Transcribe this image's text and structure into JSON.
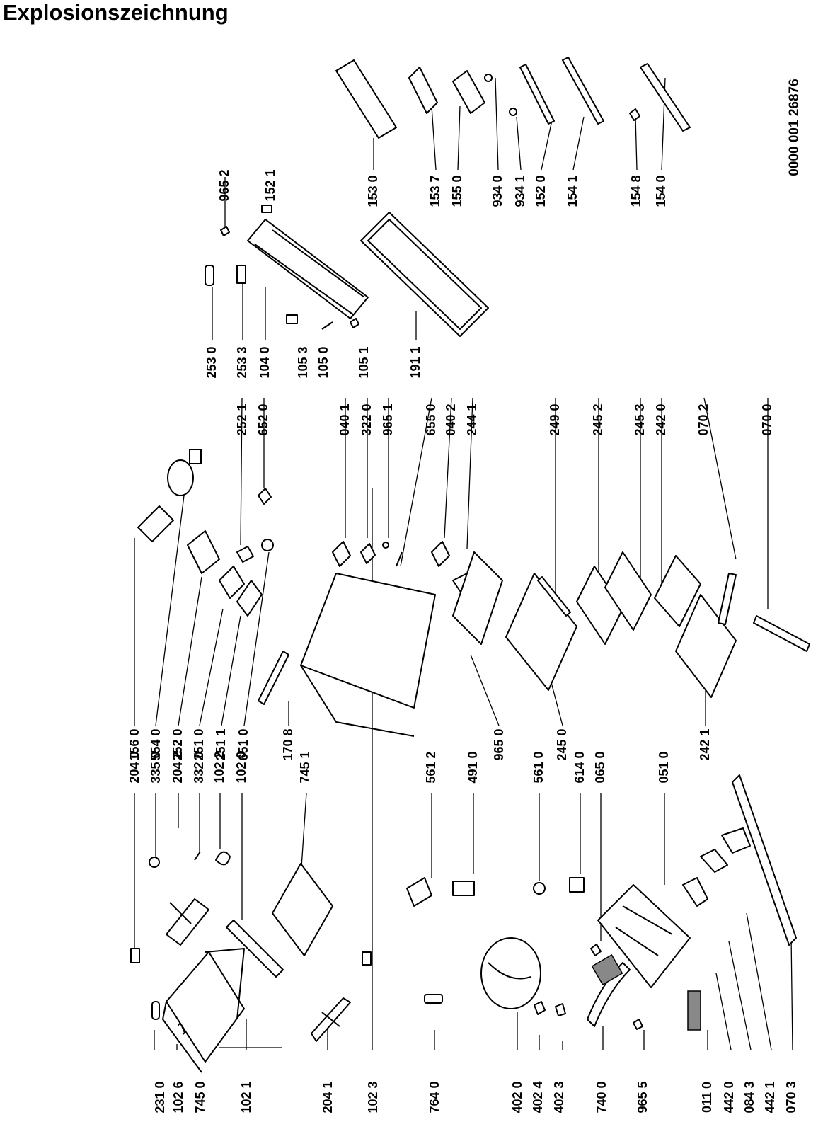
{
  "title": "Explosionszeichnung",
  "document_number": "0000 001 26876",
  "colors": {
    "ink": "#000000",
    "paper": "#ffffff"
  },
  "callouts": [
    {
      "id": "c01",
      "label": "231 0"
    },
    {
      "id": "c02",
      "label": "102 6"
    },
    {
      "id": "c03",
      "label": "745 0"
    },
    {
      "id": "c04",
      "label": "102 1"
    },
    {
      "id": "c05",
      "label": "204 1"
    },
    {
      "id": "c06",
      "label": "102 3"
    },
    {
      "id": "c07",
      "label": "764 0"
    },
    {
      "id": "c08",
      "label": "402 0"
    },
    {
      "id": "c09",
      "label": "402 4"
    },
    {
      "id": "c10",
      "label": "402 3"
    },
    {
      "id": "c11",
      "label": "740 0"
    },
    {
      "id": "c12",
      "label": "965 5"
    },
    {
      "id": "c13",
      "label": "011 0"
    },
    {
      "id": "c14",
      "label": "442 0"
    },
    {
      "id": "c15",
      "label": "084 3"
    },
    {
      "id": "c16",
      "label": "442 1"
    },
    {
      "id": "c17",
      "label": "070 3"
    },
    {
      "id": "c18",
      "label": "204 0"
    },
    {
      "id": "c19",
      "label": "335 0"
    },
    {
      "id": "c20",
      "label": "204 2"
    },
    {
      "id": "c21",
      "label": "332 0"
    },
    {
      "id": "c22",
      "label": "102 2"
    },
    {
      "id": "c23",
      "label": "102 0"
    },
    {
      "id": "c24",
      "label": "745 1"
    },
    {
      "id": "c25",
      "label": "561 2"
    },
    {
      "id": "c26",
      "label": "491 0"
    },
    {
      "id": "c27",
      "label": "561 0"
    },
    {
      "id": "c28",
      "label": "614 0"
    },
    {
      "id": "c29",
      "label": "065 0"
    },
    {
      "id": "c30",
      "label": "051 0"
    },
    {
      "id": "c31",
      "label": "156 0"
    },
    {
      "id": "c32",
      "label": "554 0"
    },
    {
      "id": "c33",
      "label": "252 0"
    },
    {
      "id": "c34",
      "label": "251 0"
    },
    {
      "id": "c35",
      "label": "251 1"
    },
    {
      "id": "c36",
      "label": "651 0"
    },
    {
      "id": "c37",
      "label": "170 8"
    },
    {
      "id": "c38",
      "label": "965 0"
    },
    {
      "id": "c39",
      "label": "245 0"
    },
    {
      "id": "c40",
      "label": "242 1"
    },
    {
      "id": "c41",
      "label": "252 1"
    },
    {
      "id": "c42",
      "label": "652 0"
    },
    {
      "id": "c43",
      "label": "040 1"
    },
    {
      "id": "c44",
      "label": "322 0"
    },
    {
      "id": "c45",
      "label": "965 1"
    },
    {
      "id": "c46",
      "label": "655 0"
    },
    {
      "id": "c47",
      "label": "040 2"
    },
    {
      "id": "c48",
      "label": "244 1"
    },
    {
      "id": "c49",
      "label": "249 0"
    },
    {
      "id": "c50",
      "label": "245 2"
    },
    {
      "id": "c51",
      "label": "245 3"
    },
    {
      "id": "c52",
      "label": "242 0"
    },
    {
      "id": "c53",
      "label": "070 2"
    },
    {
      "id": "c54",
      "label": "070 0"
    },
    {
      "id": "c55",
      "label": "253 0"
    },
    {
      "id": "c56",
      "label": "253 3"
    },
    {
      "id": "c57",
      "label": "104 0"
    },
    {
      "id": "c58",
      "label": "105 3"
    },
    {
      "id": "c59",
      "label": "105 0"
    },
    {
      "id": "c60",
      "label": "105 1"
    },
    {
      "id": "c61",
      "label": "191 1"
    },
    {
      "id": "c62",
      "label": "965 2"
    },
    {
      "id": "c63",
      "label": "152 1"
    },
    {
      "id": "c64",
      "label": "153 0"
    },
    {
      "id": "c65",
      "label": "153 7"
    },
    {
      "id": "c66",
      "label": "155 0"
    },
    {
      "id": "c67",
      "label": "934 0"
    },
    {
      "id": "c68",
      "label": "934 1"
    },
    {
      "id": "c69",
      "label": "152 0"
    },
    {
      "id": "c70",
      "label": "154 1"
    },
    {
      "id": "c71",
      "label": "154 8"
    },
    {
      "id": "c72",
      "label": "154 0"
    }
  ]
}
